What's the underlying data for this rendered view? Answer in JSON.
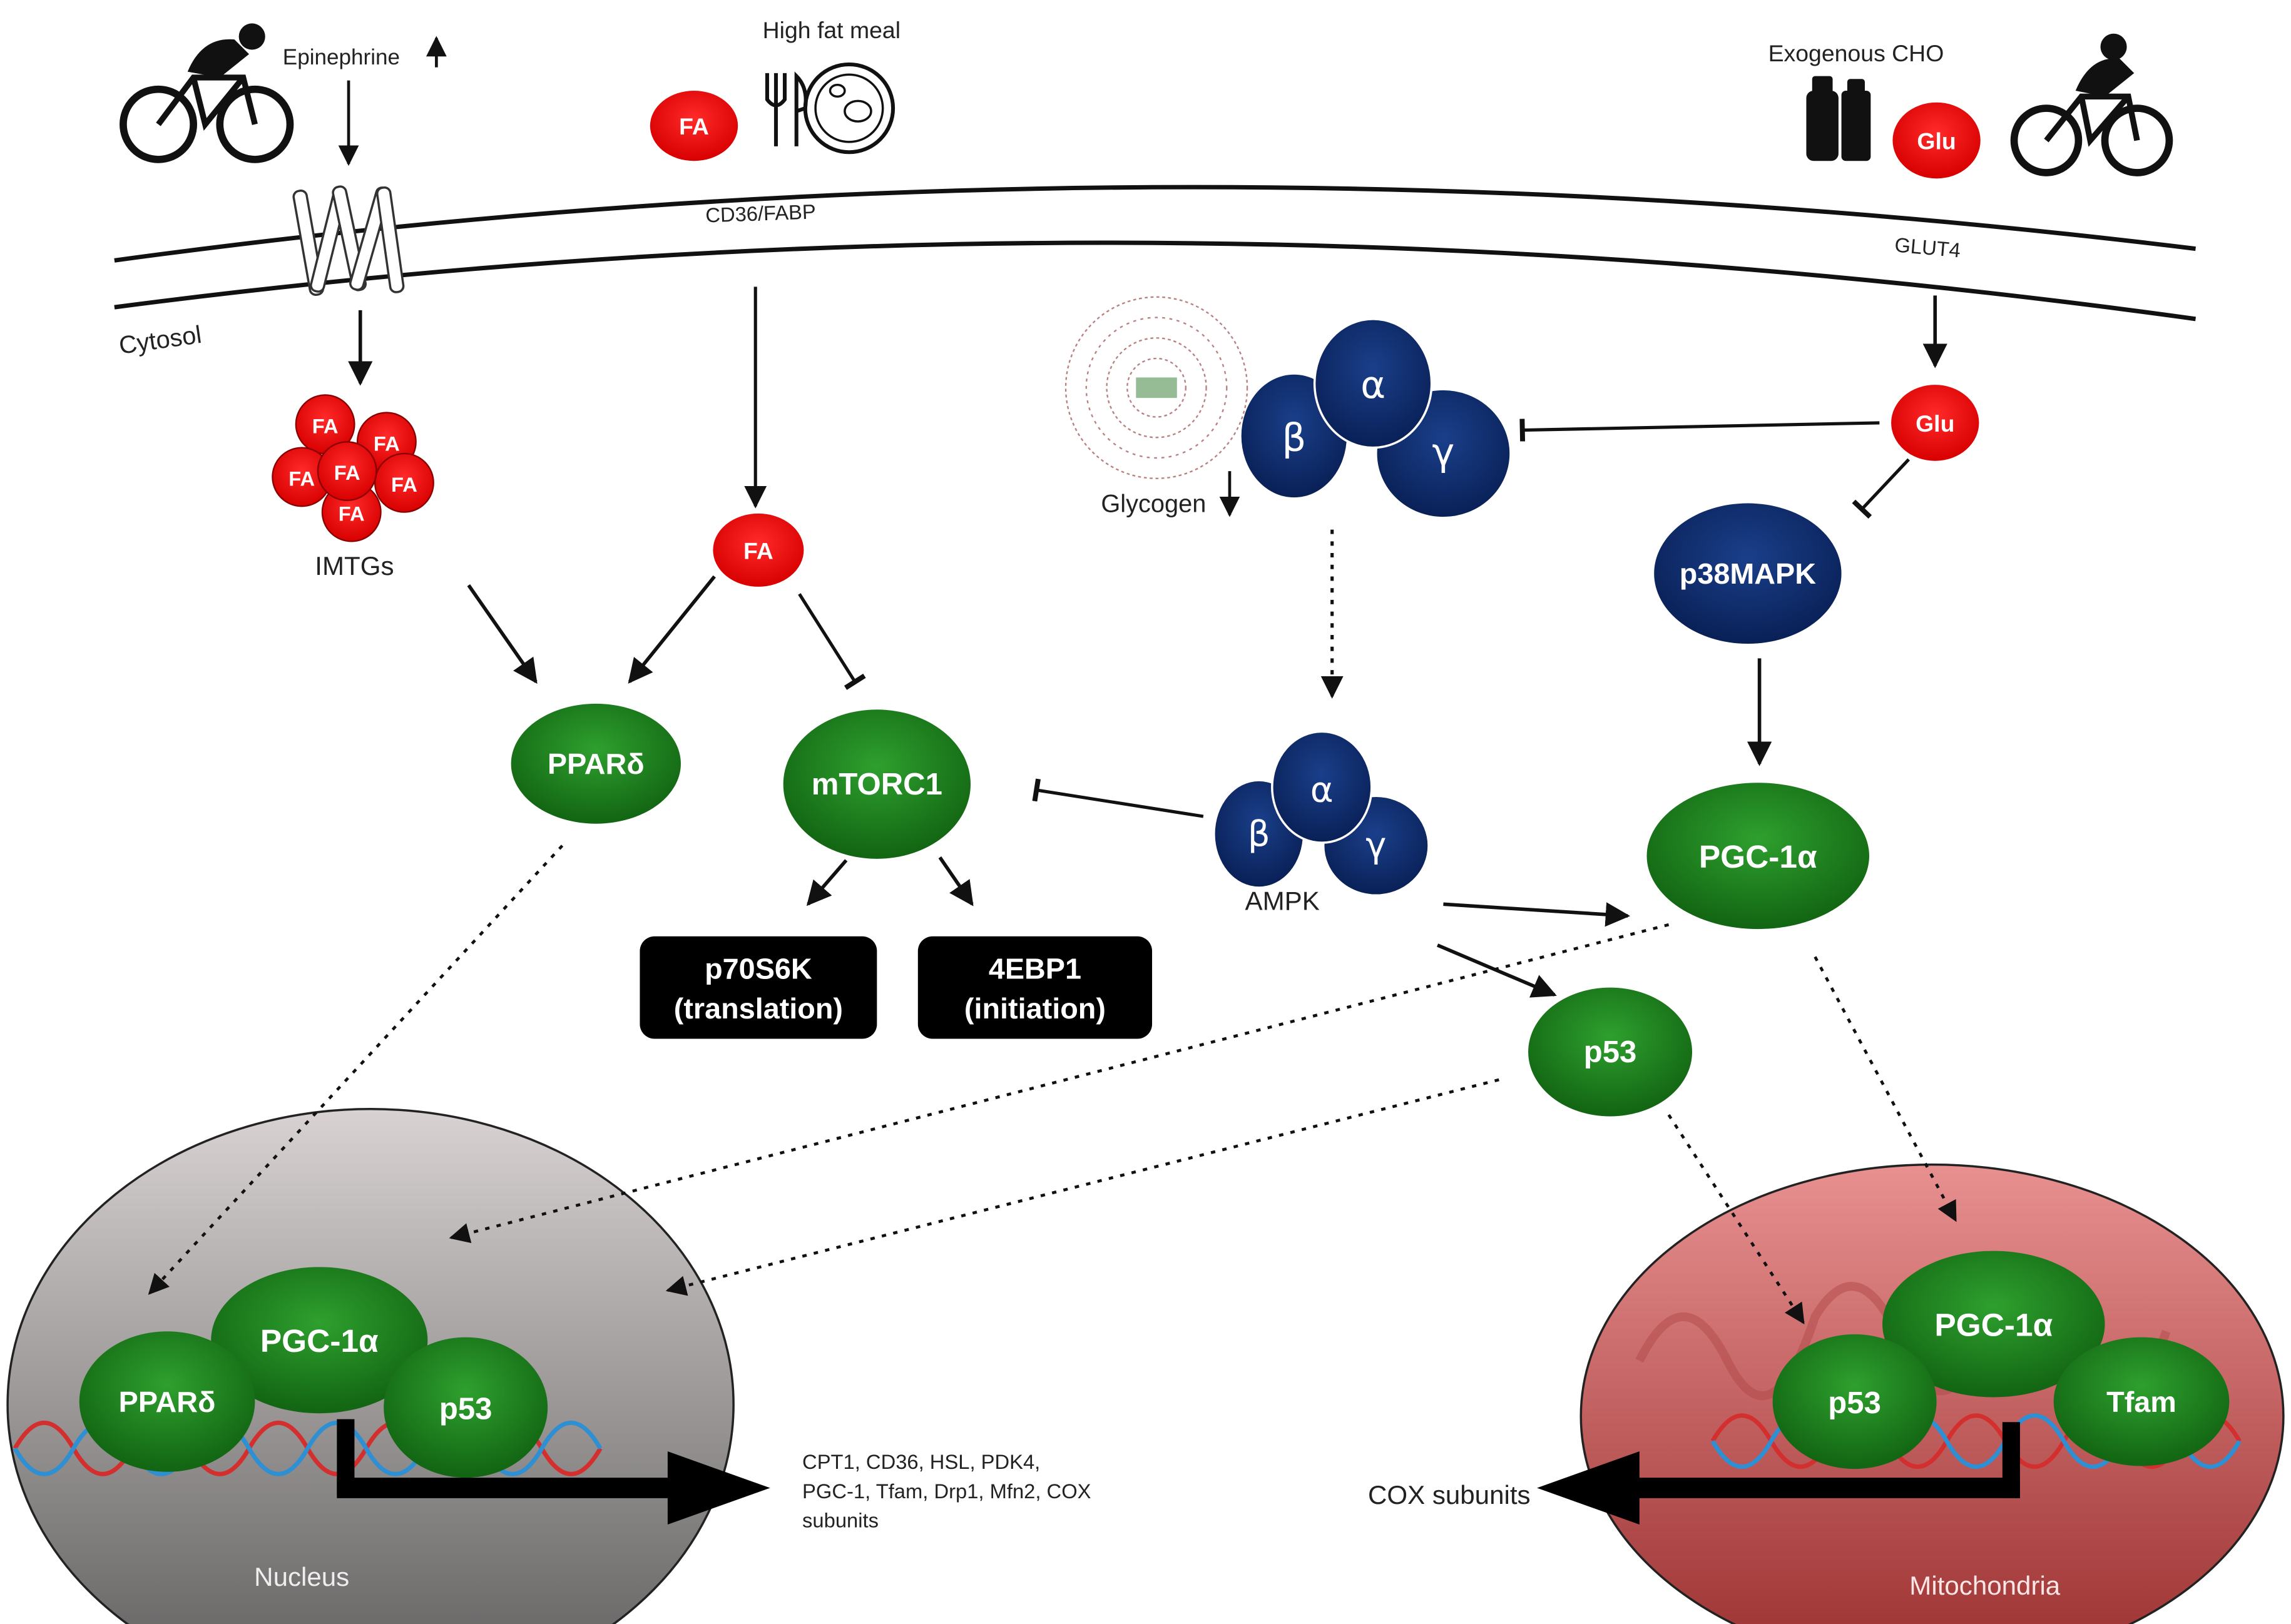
{
  "colors": {
    "green_node": "#1a7a1a",
    "blue_node": "#0d2a6b",
    "red_node": "#e00000",
    "black_box": "#000000",
    "nucleus": "#9a9696",
    "mitochondria": "#c75a5a"
  },
  "top": {
    "epinephrine": "Epinephrine",
    "high_fat_meal": "High fat meal",
    "exogenous_cho": "Exogenous CHO",
    "fa": "FA",
    "glu": "Glu",
    "cd36_fabp": "CD36/FABP",
    "glut4": "GLUT4",
    "cytosol": "Cytosol"
  },
  "icons": {
    "cyclist": "cyclist-icon",
    "cutlery_plate": "cutlery-plate-icon",
    "drink_bottles": "drink-bottles-icon",
    "receptor": "membrane-receptor-icon",
    "glycogen": "glycogen-granule-icon",
    "dna": "dna-helix-icon"
  },
  "cytosol": {
    "imtg_fa": [
      "FA",
      "FA",
      "FA",
      "FA",
      "FA",
      "FA"
    ],
    "imtgs": "IMTGs",
    "fa": "FA",
    "glycogen": "Glycogen",
    "glu": "Glu",
    "alpha": "α",
    "beta": "β",
    "gamma": "γ",
    "p38mapk": "p38MAPK",
    "ppard": "PPARδ",
    "mtorc1": "mTORC1",
    "ampk": "AMPK",
    "pgc1a": "PGC-1α",
    "p70s6k_line1": "p70S6K",
    "p70s6k_line2": "(translation)",
    "ebp1_line1": "4EBP1",
    "ebp1_line2": "(initiation)",
    "p53": "p53"
  },
  "nucleus": {
    "label": "Nucleus",
    "ppard": "PPARδ",
    "pgc1a": "PGC-1α",
    "p53": "p53",
    "targets_line1": "CPT1, CD36, HSL, PDK4,",
    "targets_line2": "PGC-1, Tfam, Drp1, Mfn2, COX",
    "targets_line3": "subunits"
  },
  "mitochondria": {
    "label": "Mitochondria",
    "p53": "p53",
    "pgc1a": "PGC-1α",
    "tfam": "Tfam",
    "cox": "COX subunits"
  }
}
